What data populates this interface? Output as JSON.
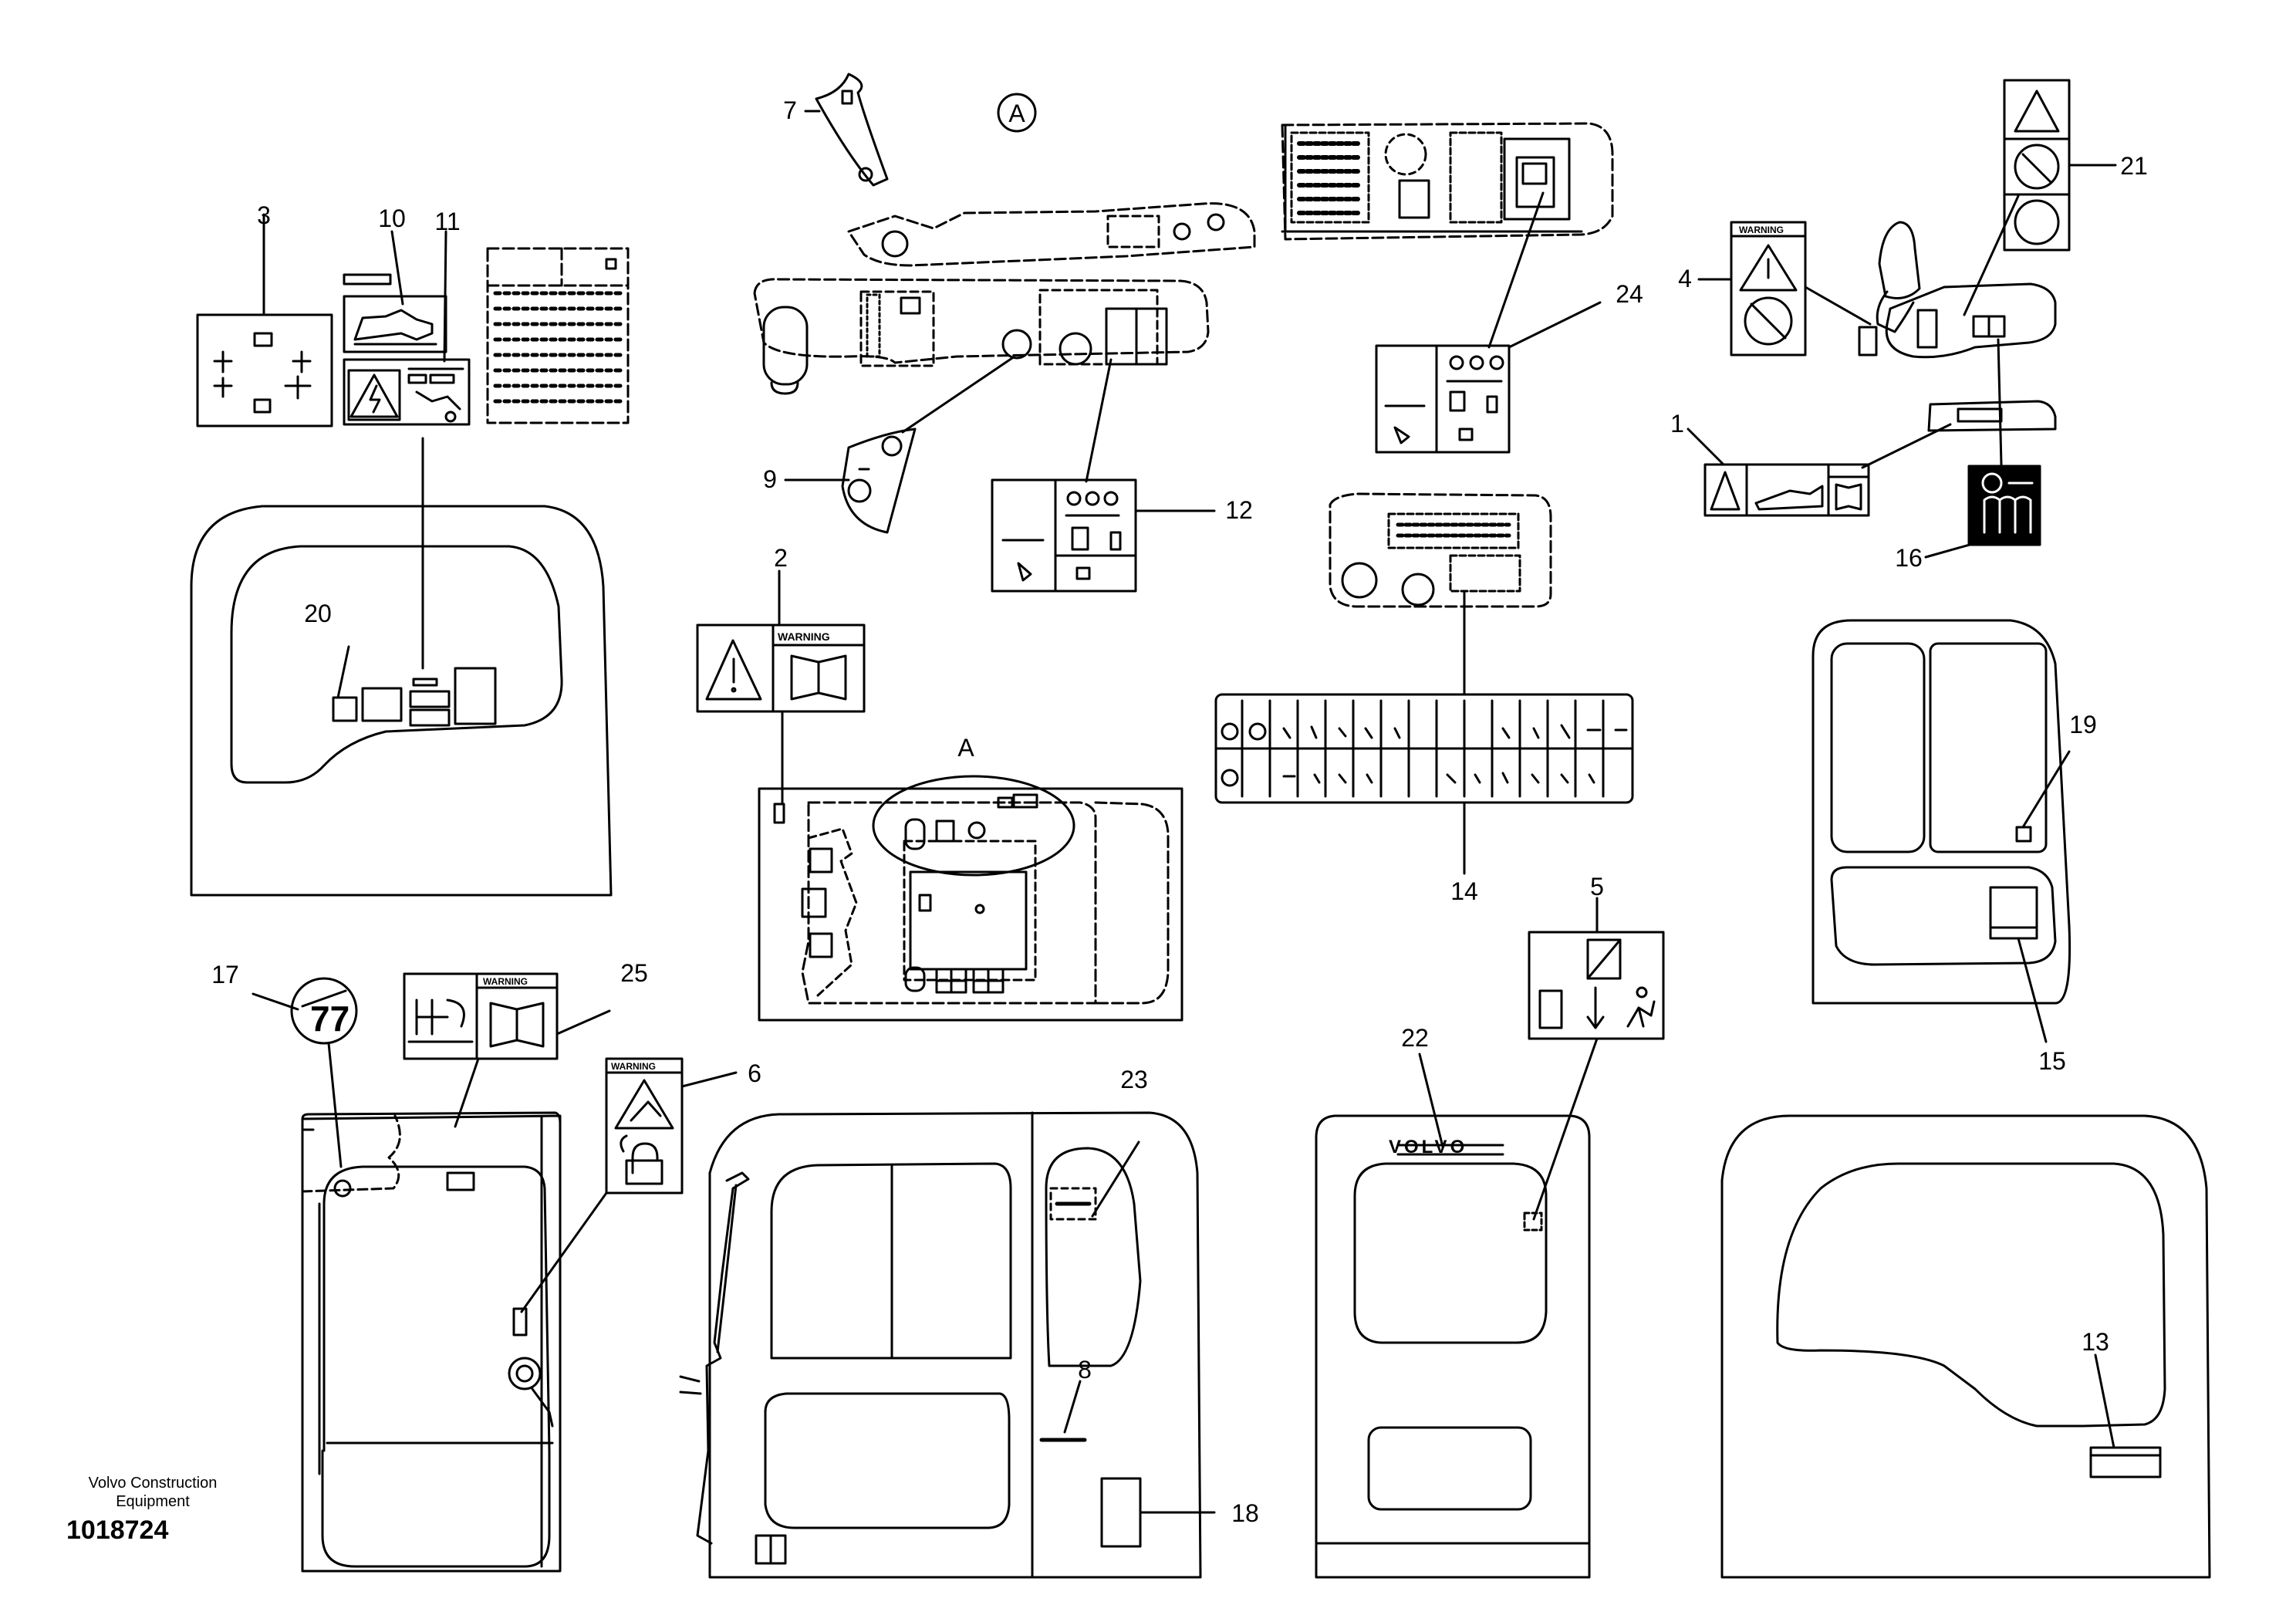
{
  "view_label": "A",
  "detail_label": "A",
  "warning_text": "WARNING",
  "brand_logo_text": "VOLVO",
  "credit": {
    "line1": "Volvo Construction",
    "line2": "Equipment"
  },
  "document_number": "1018724",
  "callouts": {
    "c1": "1",
    "c2": "2",
    "c3": "3",
    "c4": "4",
    "c5": "5",
    "c6": "6",
    "c7": "7",
    "c8": "8",
    "c9": "9",
    "c10": "10",
    "c11": "11",
    "c12": "12",
    "c13": "13",
    "c14": "14",
    "c15": "15",
    "c16": "16",
    "c17": "17",
    "c18": "18",
    "c19": "19",
    "c20": "20",
    "c21": "21",
    "c22": "22",
    "c23": "23",
    "c24": "24",
    "c25": "25"
  },
  "colors": {
    "line": "#000000",
    "background": "#ffffff"
  }
}
